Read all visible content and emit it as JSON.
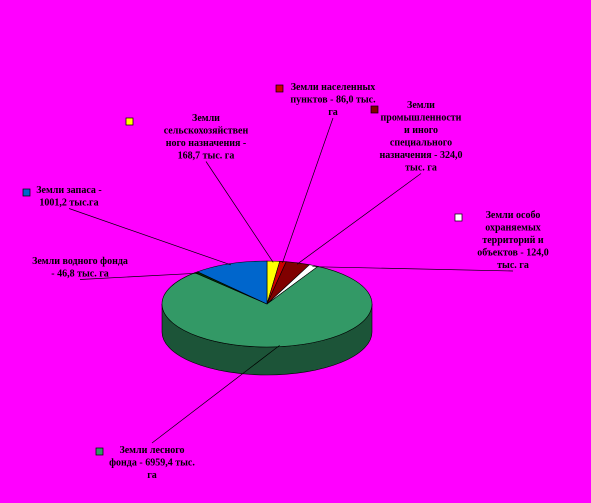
{
  "chart_data": {
    "type": "pie",
    "style": "3d",
    "title": "",
    "unit": "тыс. га",
    "slices": [
      {
        "label": "Земли сельскохозяйственного назначения",
        "value": 168.7,
        "label_lines": [
          "Земли",
          "сельскохозяйствен",
          "ного назначения -",
          "168,7 тыс. га"
        ],
        "color": "#FFFF00"
      },
      {
        "label": "Земли населенных пунктов",
        "value": 86.0,
        "label_lines": [
          "Земли населенных",
          "пунктов - 86,0 тыс.",
          "га"
        ],
        "color": "#CC0000"
      },
      {
        "label": "Земли промышленности и иного специального назначения",
        "value": 324.0,
        "label_lines": [
          "Земли",
          "промышленности",
          "и иного",
          "специального",
          "назначения - 324,0",
          "тыс. га"
        ],
        "color": "#800000"
      },
      {
        "label": "Земли особо охраняемых территорий и объектов",
        "value": 124.0,
        "label_lines": [
          "Земли особо",
          "охраняемых",
          "территорий и",
          "объектов - 124,0",
          "тыс. га"
        ],
        "color": "#FFFFFF"
      },
      {
        "label": "Земли лесного фонда",
        "value": 6959.4,
        "label_lines": [
          "Земли лесного",
          "фонда - 6959,4 тыс.",
          "га"
        ],
        "color": "#339966"
      },
      {
        "label": "Земли водного фонда",
        "value": 46.8,
        "label_lines": [
          "Земли водного фонда",
          "- 46,8 тыс. га"
        ],
        "color": "#003300"
      },
      {
        "label": "Земли запаса",
        "value": 1001.2,
        "label_lines": [
          "Земли запаса -",
          "1001,2 тыс.га"
        ],
        "color": "#0066CC"
      }
    ]
  }
}
